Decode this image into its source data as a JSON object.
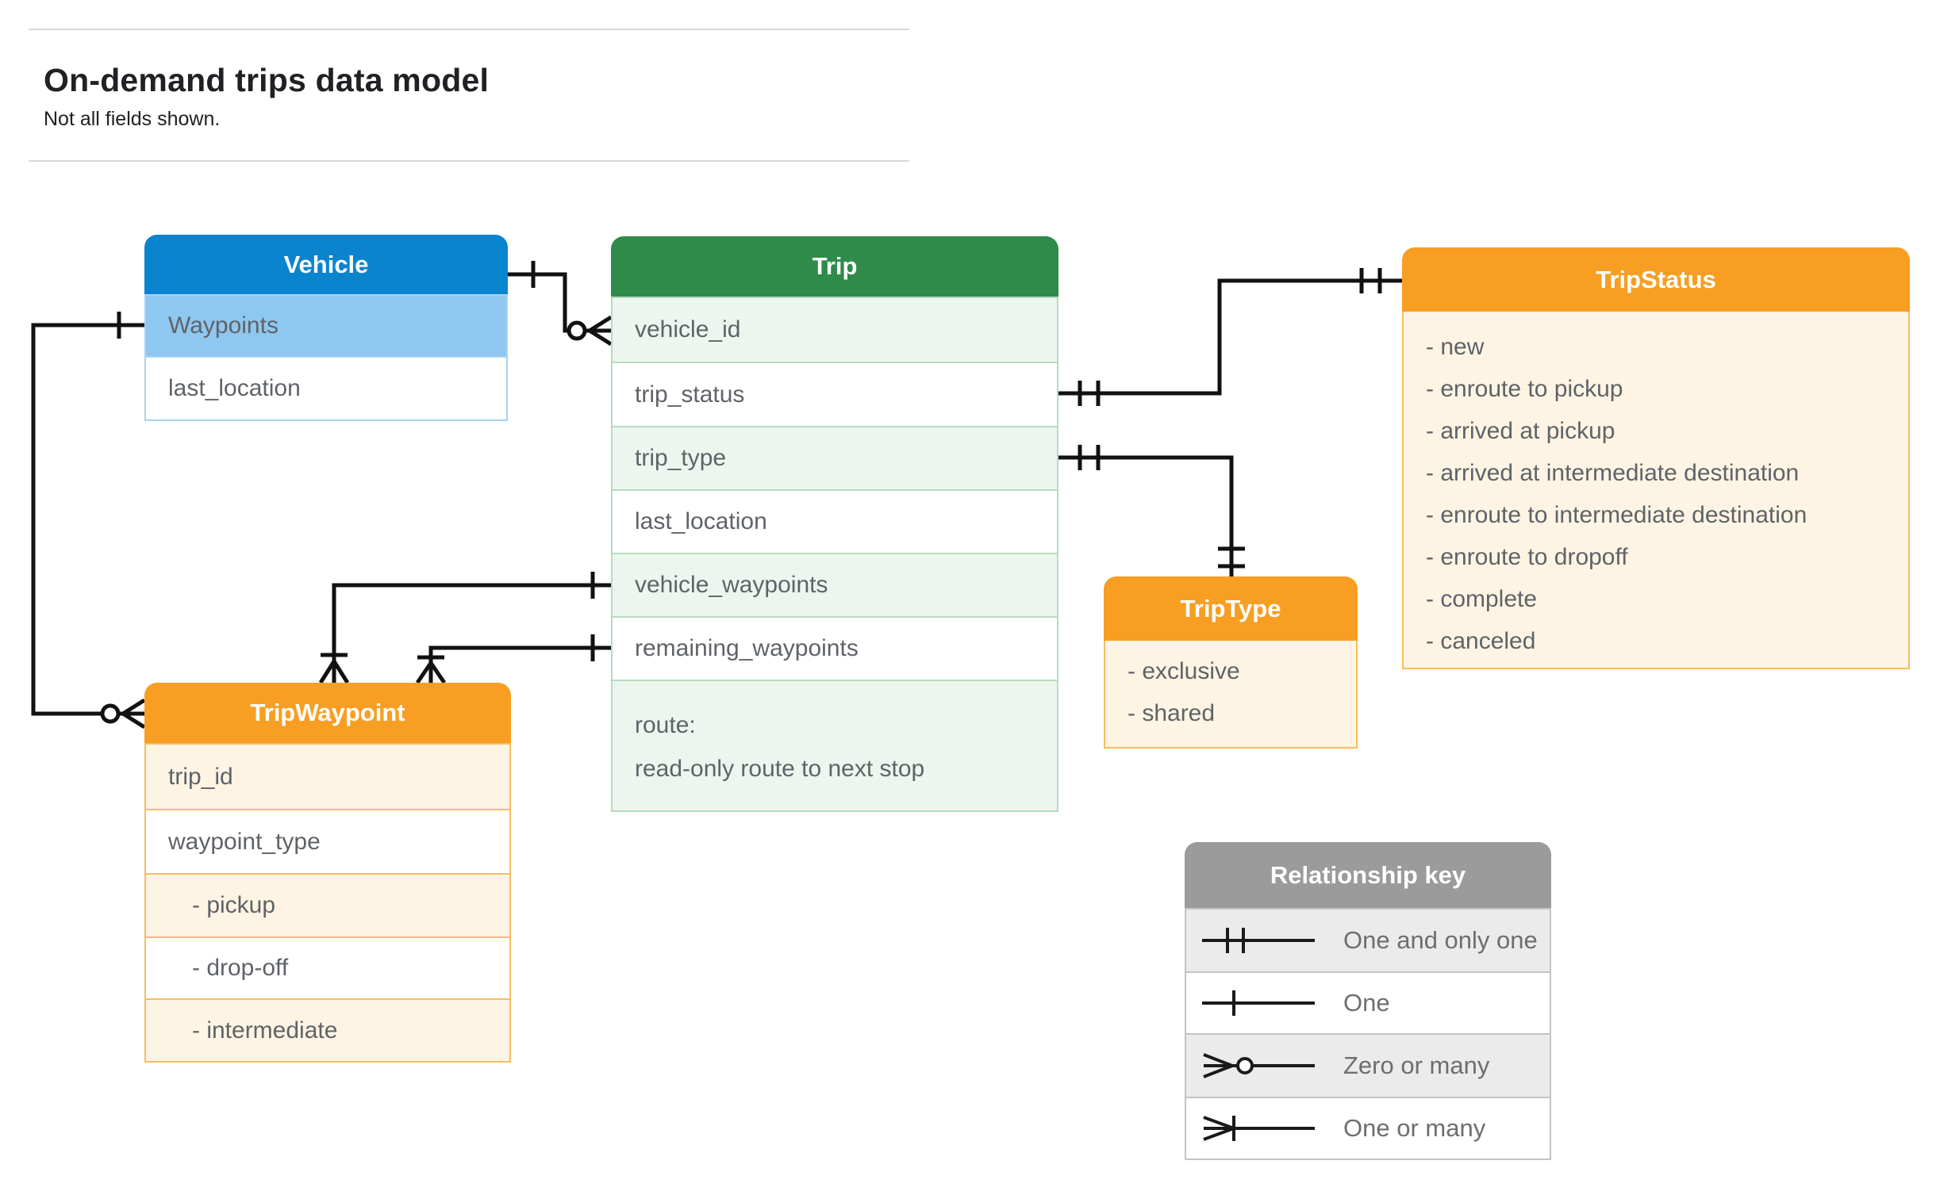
{
  "page": {
    "title": "On-demand trips data model",
    "subtitle": "Not all fields shown."
  },
  "palette": {
    "vehicle_header": "#0b84d0",
    "vehicle_highlight_row": "#8ec7f0",
    "vehicle_border": "#a6d4f4",
    "trip_header": "#2e8b49",
    "trip_row_tint": "#ecf5ee",
    "trip_border": "#b5dcbe",
    "enum_header": "#f89e22",
    "enum_row_tint": "#fdf4e4",
    "enum_border": "#f9bd5e",
    "key_header": "#9b9b9b",
    "key_row_tint": "#ebebeb",
    "connector_line": "#111111",
    "field_text": "#5f6368",
    "title_text": "#202124"
  },
  "entities": {
    "vehicle": {
      "title": "Vehicle",
      "fields": [
        "Waypoints",
        "last_location"
      ]
    },
    "trip": {
      "title": "Trip",
      "fields": [
        "vehicle_id",
        "trip_status",
        "trip_type",
        "last_location",
        "vehicle_waypoints",
        "remaining_waypoints"
      ],
      "route_line1": "route:",
      "route_line2": "read-only route to next stop"
    },
    "tripStatus": {
      "title": "TripStatus",
      "values": [
        "- new",
        "- enroute to pickup",
        "- arrived at pickup",
        "- arrived at intermediate destination",
        "- enroute to intermediate destination",
        "- enroute to dropoff",
        "- complete",
        "- canceled"
      ]
    },
    "tripWaypoint": {
      "title": "TripWaypoint",
      "fields": [
        "trip_id",
        "waypoint_type",
        "- pickup",
        "- drop-off",
        "- intermediate"
      ]
    },
    "tripType": {
      "title": "TripType",
      "values": [
        "- exclusive",
        "- shared"
      ]
    }
  },
  "legend": {
    "title": "Relationship key",
    "rows": [
      {
        "symbol": "one-and-only-one",
        "label": "One and only one"
      },
      {
        "symbol": "one",
        "label": "One"
      },
      {
        "symbol": "zero-or-many",
        "label": "Zero or many"
      },
      {
        "symbol": "one-or-many",
        "label": "One or many"
      }
    ]
  }
}
